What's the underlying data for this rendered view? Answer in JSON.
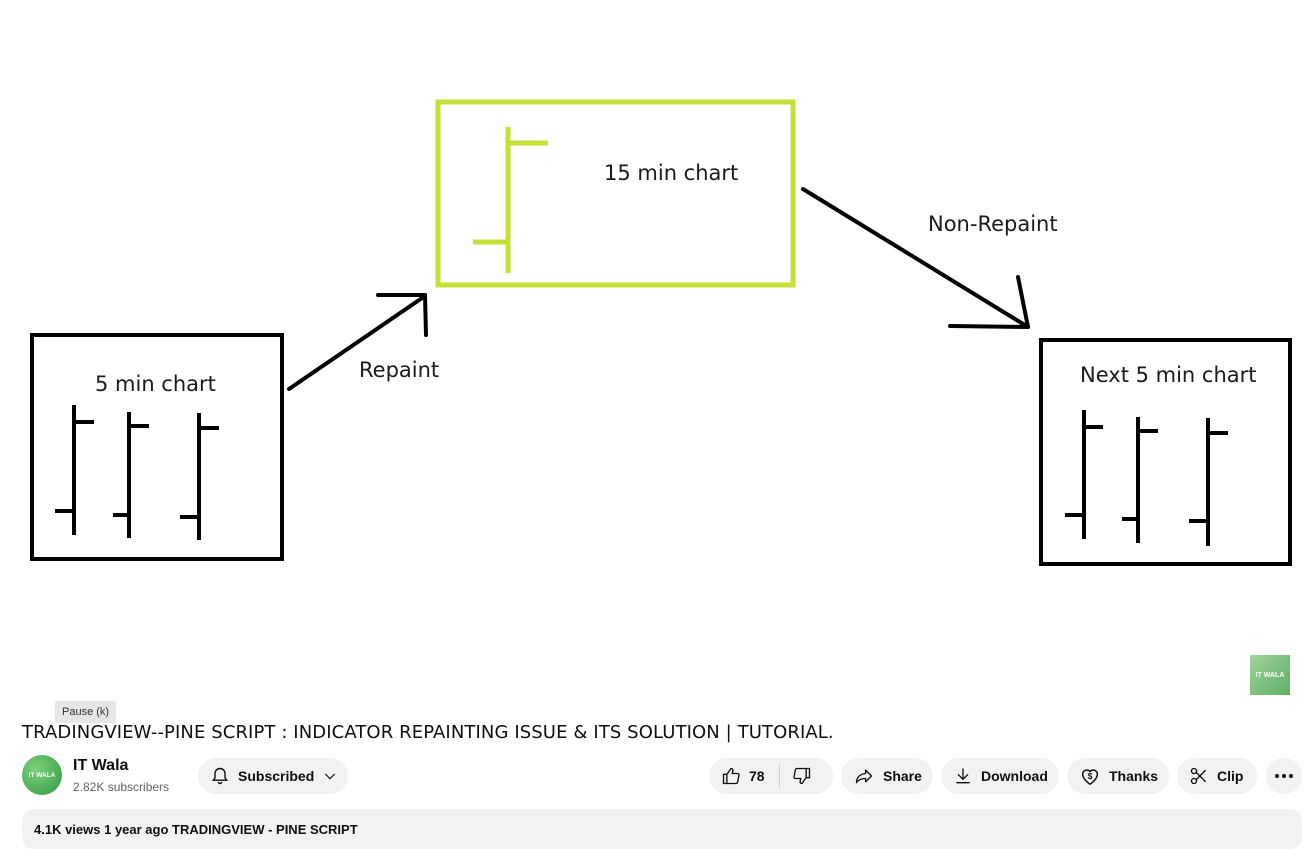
{
  "video": {
    "labels": {
      "five_min": "5 min chart",
      "fifteen_min": "15 min chart",
      "next_five_min": "Next 5 min chart",
      "repaint": "Repaint",
      "non_repaint": "Non-Repaint"
    },
    "watermark": "IT WALA",
    "tooltip": "Pause (k)",
    "colors": {
      "highlight_box": "#c3e136",
      "ink": "#000000"
    }
  },
  "title": "TRADINGVIEW--PINE SCRIPT : INDICATOR REPAINTING ISSUE & ITS SOLUTION | TUTORIAL.",
  "channel": {
    "avatar_text": "IT WALA",
    "name": "IT Wala",
    "subscribers": "2.82K subscribers",
    "subscribe_label": "Subscribed"
  },
  "actions": {
    "likes": "78",
    "share": "Share",
    "download": "Download",
    "thanks": "Thanks",
    "clip": "Clip"
  },
  "description": {
    "meta": "4.1K views  1 year ago  TRADINGVIEW - PINE SCRIPT"
  }
}
